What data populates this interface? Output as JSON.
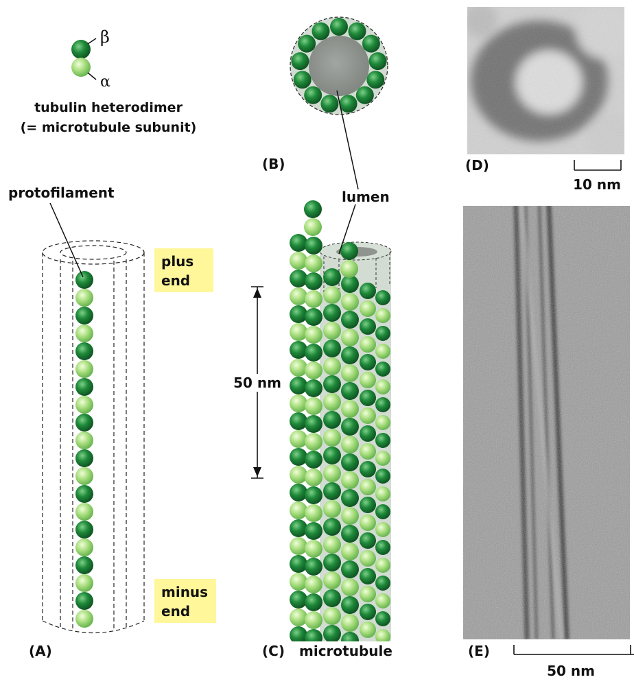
{
  "panels": {
    "A": "(A)",
    "B": "(B)",
    "C": "(C)",
    "D": "(D)",
    "E": "(E)"
  },
  "subunit": {
    "beta": "β",
    "alpha": "α",
    "caption_line1": "tubulin heterodimer",
    "caption_line2": "(= microtubule subunit)"
  },
  "labels": {
    "protofilament": "protofilament",
    "plus_end": [
      "plus",
      "end"
    ],
    "minus_end": [
      "minus",
      "end"
    ],
    "lumen": "lumen",
    "microtubule": "microtubule",
    "scale_c": "50 nm",
    "scale_d": "10 nm",
    "scale_e": "50 nm"
  },
  "colors": {
    "beta_tubulin": "#1f8a3a",
    "alpha_tubulin": "#a6dc7c",
    "lumen": "#8f948f",
    "tube_wall": "#cfdccf",
    "end_highlight": "#fff79a"
  },
  "counts": {
    "protofilament_dimers": 10,
    "cross_section_subunits": 13
  }
}
